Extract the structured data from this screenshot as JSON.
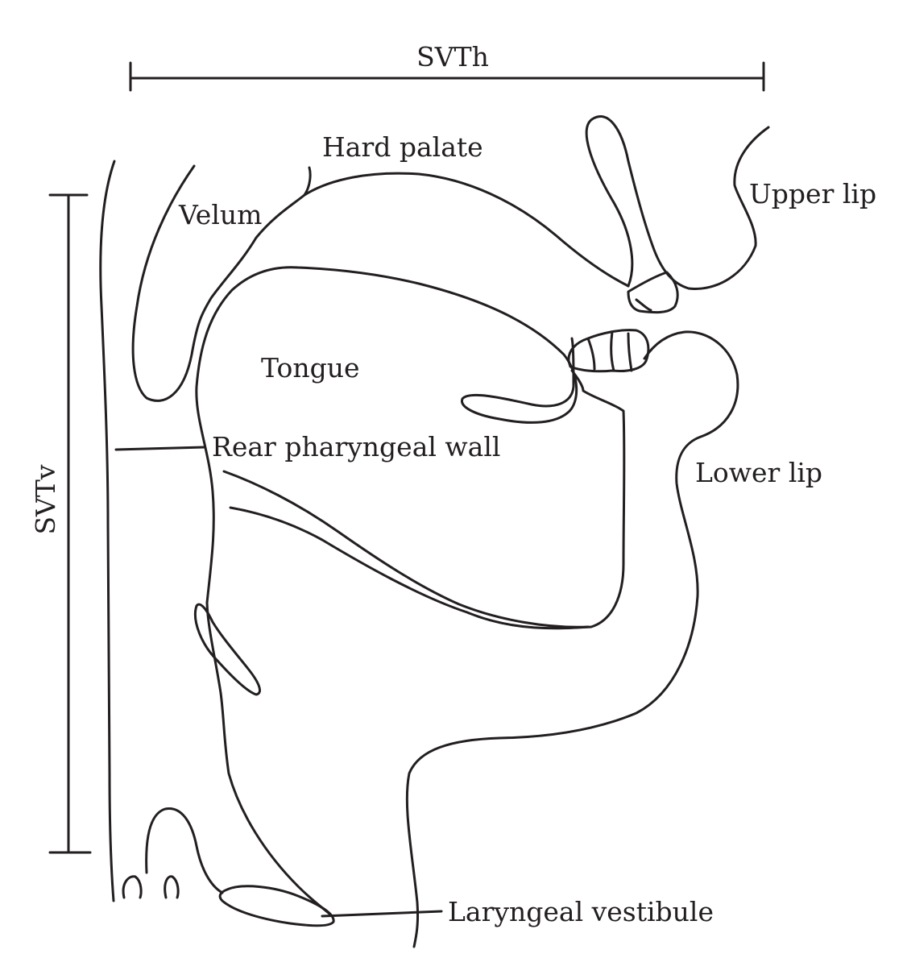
{
  "labels": {
    "svth": "SVTh",
    "svtv": "SVTv",
    "hard_palate": "Hard palate",
    "velum": "Velum",
    "upper_lip": "Upper lip",
    "tongue": "Tongue",
    "rear_pharyngeal_wall": "Rear pharyngeal wall",
    "lower_lip": "Lower lip",
    "laryngeal_vestibule": "Laryngeal vestibule"
  }
}
